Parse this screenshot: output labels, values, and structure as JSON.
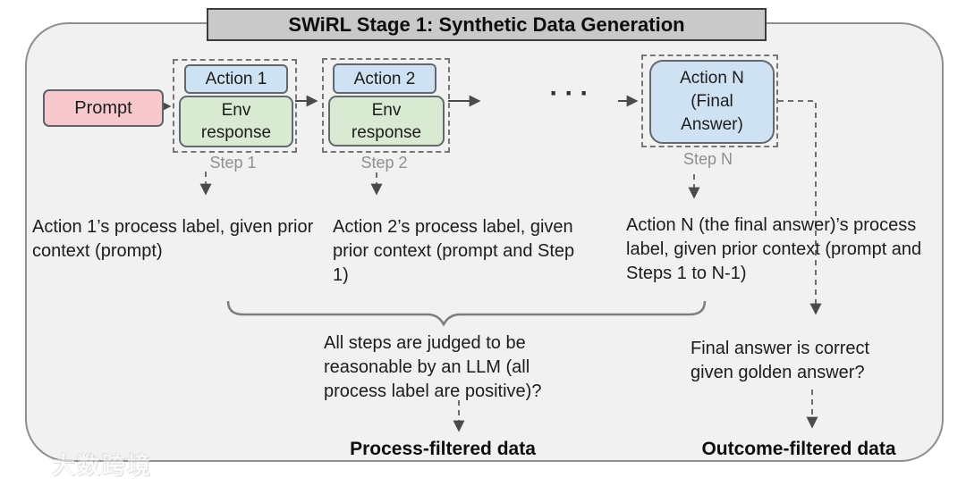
{
  "title": "SWiRL Stage 1: Synthetic Data Generation",
  "flow": {
    "prompt_label": "Prompt",
    "step1": {
      "action": "Action 1",
      "env": "Env response",
      "label": "Step 1"
    },
    "step2": {
      "action": "Action 2",
      "env": "Env response",
      "label": "Step 2"
    },
    "ellipsis": "···",
    "stepN": {
      "action": "Action N (Final Answer)",
      "label": "Step N"
    }
  },
  "annotations": {
    "step1_desc": "Action 1’s process label, given prior context (prompt)",
    "step2_desc": "Action 2’s process label, given prior context (prompt and Step 1)",
    "stepN_desc": "Action N (the final answer)’s process label, given prior context (prompt and Steps 1 to N-1)",
    "process_question": "All steps are judged to be reasonable by an LLM (all process label are positive)?",
    "outcome_question": "Final answer is correct given golden answer?",
    "process_result": "Process-filtered data",
    "outcome_result": "Outcome-filtered data"
  },
  "watermark": {
    "text": "大数跨境"
  },
  "colors": {
    "prompt_fill": "#f7c9cd",
    "action_fill": "#cfe2f3",
    "env_fill": "#d9ead3",
    "container_fill": "#f1f1f2",
    "title_fill": "#c9c9c9",
    "arrow": "#4a4a4a",
    "dashed_line": "#6e6e6e"
  }
}
